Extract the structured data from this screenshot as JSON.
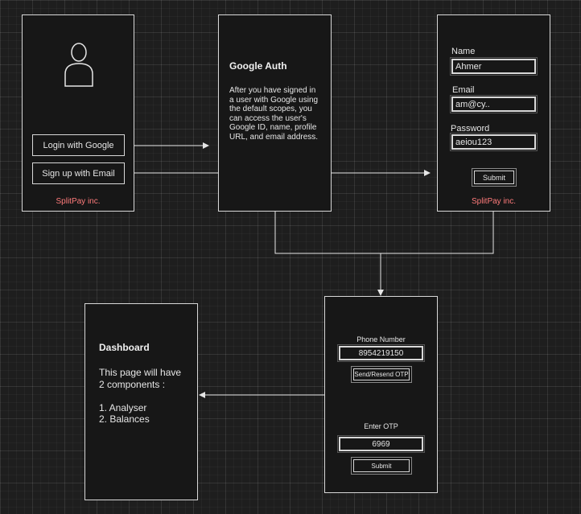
{
  "login_screen": {
    "google_button": "Login with Google",
    "email_button": "Sign up with Email",
    "brand": "SplitPay inc."
  },
  "google_auth": {
    "title": "Google Auth",
    "description": "After you have signed in a user with Google using the default scopes, you can access the user's Google ID, name, profile URL, and email address."
  },
  "signup_form": {
    "name_label": "Name",
    "name_value": "Ahmer",
    "email_label": "Email",
    "email_value": "am@cy..",
    "password_label": "Password",
    "password_value": "aeiou123",
    "submit_label": "Submit",
    "brand": "SplitPay inc."
  },
  "otp_screen": {
    "phone_label": "Phone Number",
    "phone_value": "8954219150",
    "send_button": "Send/Resend OTP",
    "otp_label": "Enter OTP",
    "otp_value": "6969",
    "submit_label": "Submit"
  },
  "dashboard": {
    "title": "Dashboard",
    "description": "This page will have\n2 components :\n\n1. Analyser\n2. Balances"
  },
  "colors": {
    "brand_text": "#ff7b7b",
    "stroke": "#d8d8d8",
    "panel": "#171717"
  }
}
